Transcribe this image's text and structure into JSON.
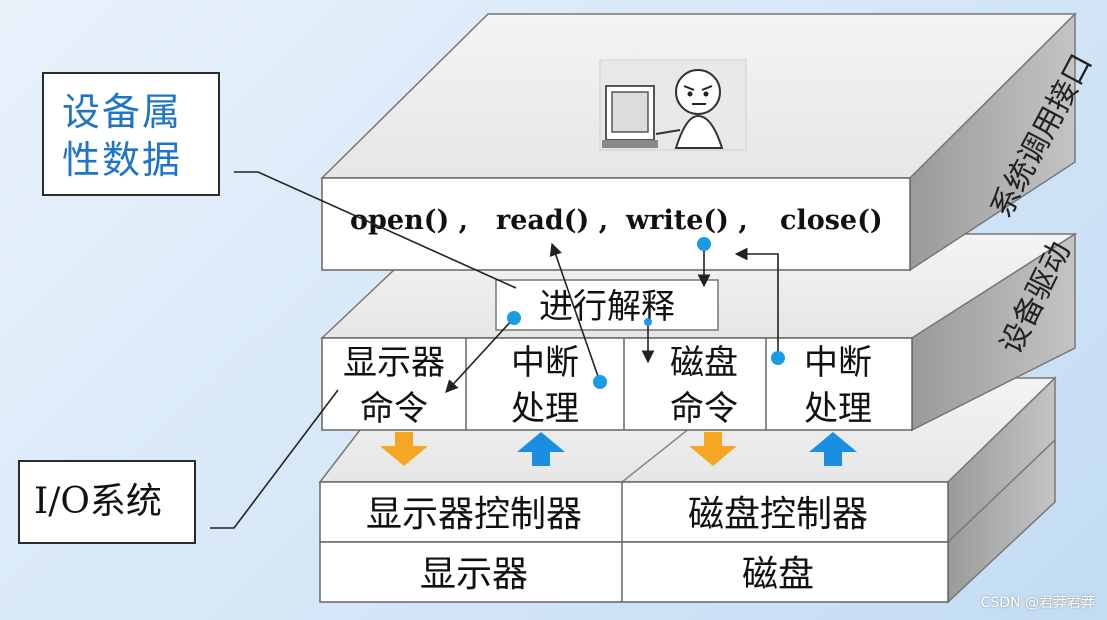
{
  "layers": {
    "syscall": {
      "side_label": "系统调用接口",
      "functions": [
        "open() ,",
        "read() ,",
        "write() ,",
        "close()"
      ]
    },
    "driver": {
      "side_label": "设备驱动",
      "interpret": "进行解释",
      "cells": [
        {
          "line1": "显示器",
          "line2": "命令"
        },
        {
          "line1": "中断",
          "line2": "处理"
        },
        {
          "line1": "磁盘",
          "line2": "命令"
        },
        {
          "line1": "中断",
          "line2": "处理"
        }
      ]
    },
    "hardware": {
      "controllers": [
        "显示器控制器",
        "磁盘控制器"
      ],
      "devices": [
        "显示器",
        "磁盘"
      ]
    }
  },
  "callouts": {
    "device_attributes": "设备属性数据",
    "io_system": "I/O系统"
  },
  "colors": {
    "down_arrow": "#f5a623",
    "up_arrow": "#1a8ee0",
    "dot": "#1a9be6",
    "callout_text": "#1f75c4"
  },
  "icons": [
    "person-at-computer-icon"
  ],
  "watermark": "CSDN @君莽君莽"
}
